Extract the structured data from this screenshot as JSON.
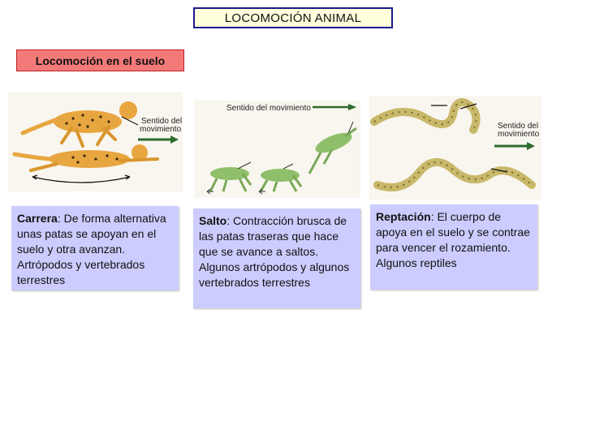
{
  "slide": {
    "title": "LOCOMOCIÓN ANIMAL",
    "subtitle": "Locomoción en el suelo"
  },
  "panels": {
    "cheetah": {
      "label_line1": "Sentido del",
      "label_line2": "movimiento"
    },
    "grasshopper": {
      "label": "Sentido del movimiento"
    },
    "snake": {
      "label_line1": "Sentido del",
      "label_line2": "movimiento"
    }
  },
  "captions": {
    "carrera": {
      "term": "Carrera",
      "text": ": De forma alternativa unas patas se apoyan en el suelo y otra avanzan. Artrópodos y vertebrados terrestres"
    },
    "salto": {
      "term": "Salto",
      "text": ": Contracción brusca de las patas traseras que hace que se avance a saltos. Algunos artrópodos y algunos vertebrados terrestres"
    },
    "reptacion": {
      "term": "Reptación",
      "text": ": El cuerpo de apoya en el suelo y se contrae para vencer el rozamiento. Algunos reptiles"
    }
  },
  "colors": {
    "title_border": "#1a1a8c",
    "title_fill": "#ffffdc",
    "subtitle_fill": "#f47a7a",
    "caption_fill": "#ccccff",
    "arrow_green": "#2e6b2e"
  }
}
